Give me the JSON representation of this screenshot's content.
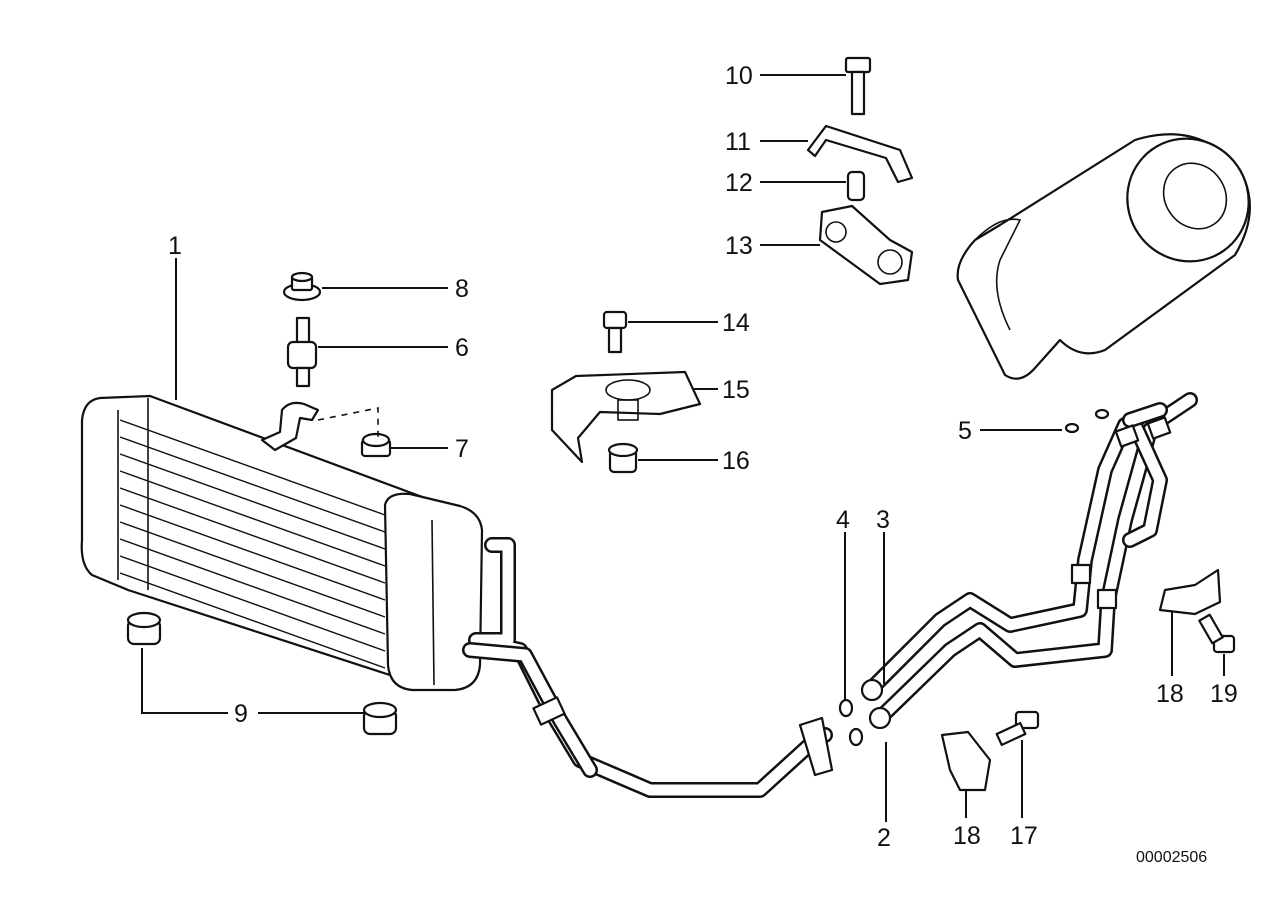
{
  "callouts": {
    "c1": "1",
    "c2": "2",
    "c3": "3",
    "c4": "4",
    "c5": "5",
    "c6": "6",
    "c7": "7",
    "c8": "8",
    "c9": "9",
    "c10": "10",
    "c11": "11",
    "c12": "12",
    "c13": "13",
    "c14": "14",
    "c15": "15",
    "c16": "16",
    "c17": "17",
    "c18a": "18",
    "c18b": "18",
    "c19": "19"
  },
  "reference_number": "00002506"
}
